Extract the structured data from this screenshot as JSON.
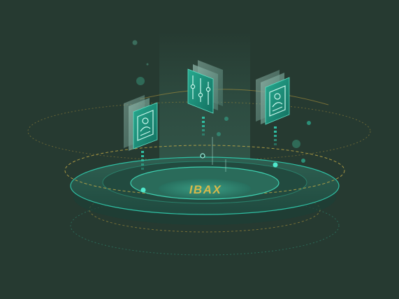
{
  "brand": {
    "logo_text": "IBAX",
    "logo_color": "#d6b84a"
  },
  "colors": {
    "background": "#263a31",
    "teal": "#2fbfa3",
    "teal_light": "#5ee0c5",
    "teal_dark": "#177f6d",
    "gold": "#b99a3c"
  },
  "icons": [
    {
      "name": "user-card-icon",
      "position": "left"
    },
    {
      "name": "sliders-icon",
      "position": "center"
    },
    {
      "name": "user-card-icon",
      "position": "right"
    }
  ]
}
